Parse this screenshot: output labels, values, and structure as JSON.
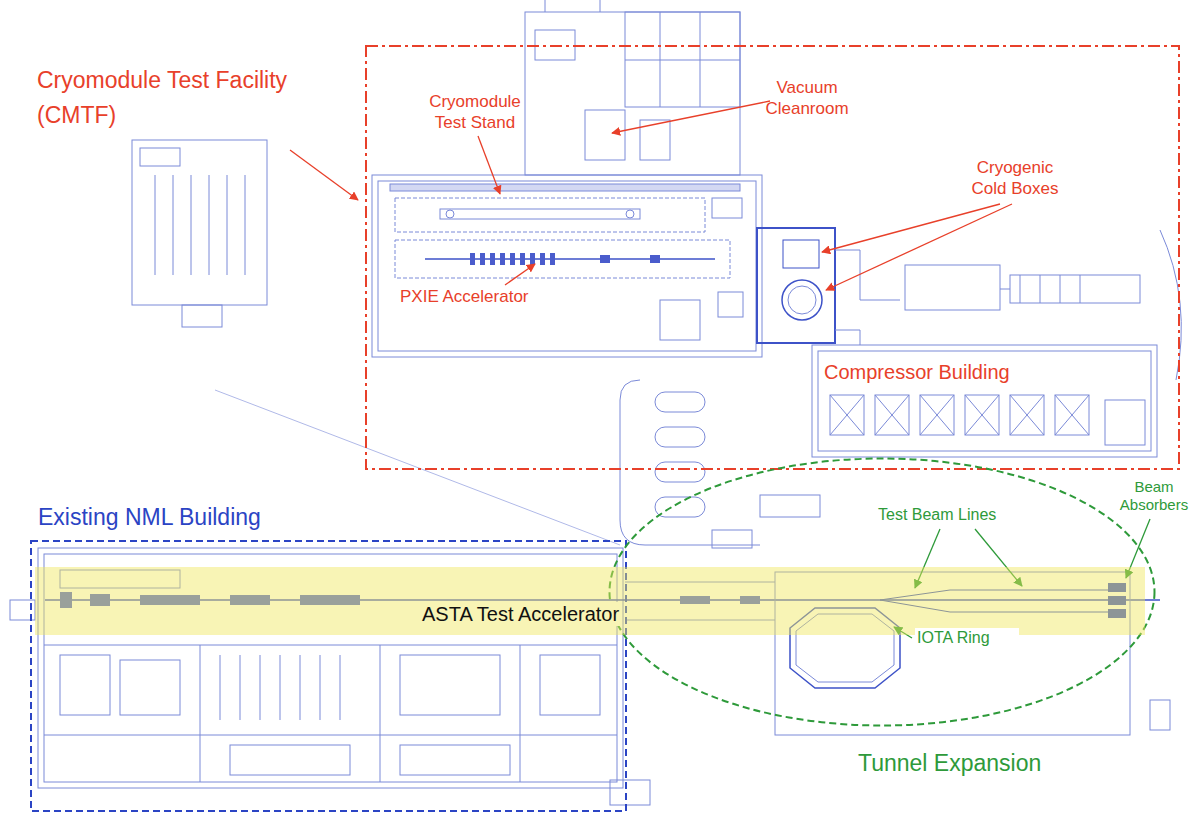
{
  "diagram": {
    "nodes": [
      {
        "text": [
          "Cryomodule Test Facility (CMTF)"
        ]
      },
      {
        "text": [
          "Existing NML Building"
        ]
      },
      {
        "text": [
          "ASTA Test Accelerator"
        ]
      },
      {
        "text": [
          "Tunnel Expansion"
        ]
      }
    ],
    "labels": [
      "Cryomodule Test Stand",
      "Vacuum Cleanroom",
      "Cryogenic Cold Boxes",
      "PXIE Accelerator",
      "Compressor Building",
      "Test Beam Lines",
      "Beam Absorbers",
      "IOTA Ring"
    ]
  }
}
